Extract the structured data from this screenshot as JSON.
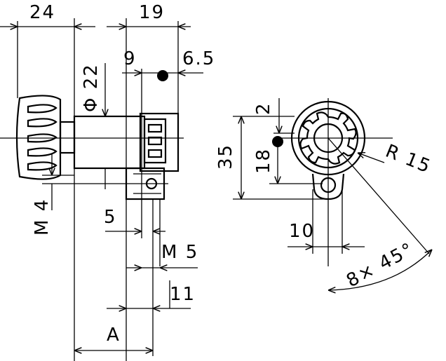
{
  "dimensions": {
    "d24": "24",
    "d19": "19",
    "d9": "9",
    "d6_5": "6.5",
    "d_phi22": "Φ 22",
    "d2": "2",
    "d35": "35",
    "d18": "18",
    "dR15": "R 15",
    "dM4": "M 4",
    "d5": "5",
    "dM5": "M 5",
    "d10": "10",
    "d8x45": "8× 45°",
    "d11": "11",
    "dA": "A"
  },
  "colors": {
    "line": "#000000",
    "background": "#ffffff"
  }
}
